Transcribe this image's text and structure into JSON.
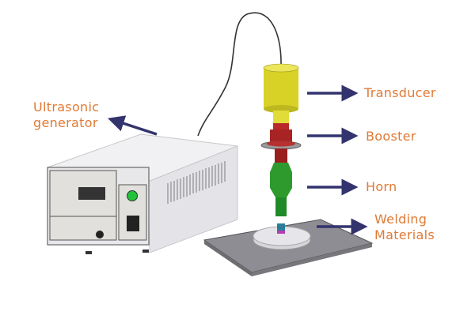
{
  "title": "Ultrasonic welding system components",
  "labels": {
    "generator_line1": "Ultrasonic",
    "generator_line2": "generator",
    "transducer": "Transducer",
    "booster": "Booster",
    "horn": "Horn",
    "welding_line1": "Welding",
    "welding_line2": "Materials"
  },
  "colors": {
    "label": "#e07a35",
    "arrow": "#33336e",
    "transducer": "#d8d227",
    "booster": "#a82424",
    "horn": "#2e9a2e"
  }
}
